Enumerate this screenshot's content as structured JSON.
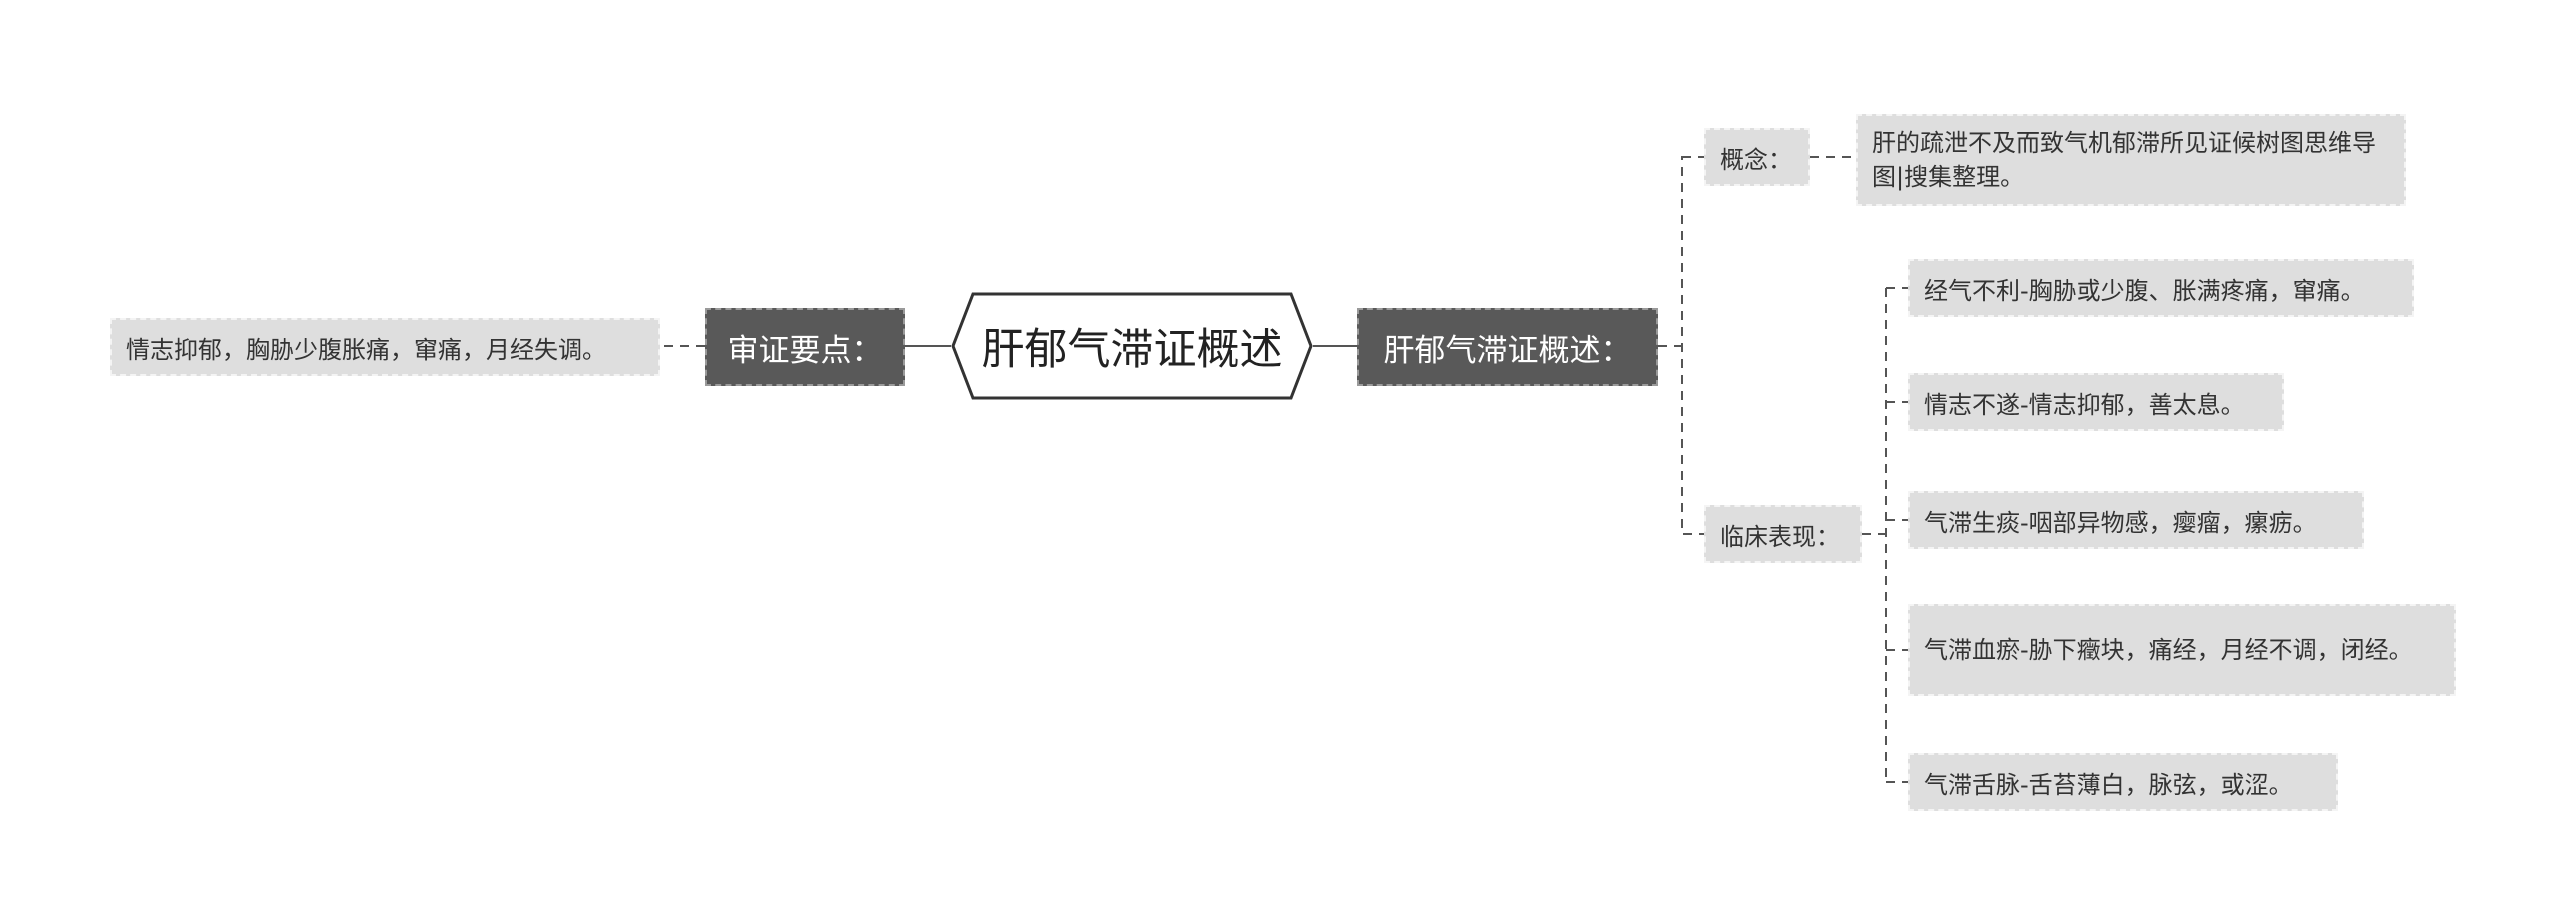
{
  "central": {
    "label": "肝郁气滞证概述"
  },
  "left": {
    "branch": {
      "label": "审证要点："
    },
    "leaf": {
      "label": "情志抑郁，胸胁少腹胀痛，窜痛，月经失调。"
    }
  },
  "right": {
    "branch": {
      "label": "肝郁气滞证概述："
    },
    "concept": {
      "label": "概念：",
      "text": "肝的疏泄不及而致气机郁滞所见证候树图思维导图|搜集整理。"
    },
    "clinical": {
      "label": "临床表现：",
      "items": [
        "经气不利-胸胁或少腹、胀满疼痛，窜痛。",
        "情志不遂-情志抑郁，善太息。",
        "气滞生痰-咽部异物感，瘿瘤，瘰疬。",
        "气滞血瘀-胁下癥块，痛经，月经不调，闭经。",
        "气滞舌脉-舌苔薄白，脉弦，或涩。"
      ]
    }
  },
  "colors": {
    "dark_node": "#595959",
    "light_node": "#dedede",
    "connector": "#555555"
  }
}
